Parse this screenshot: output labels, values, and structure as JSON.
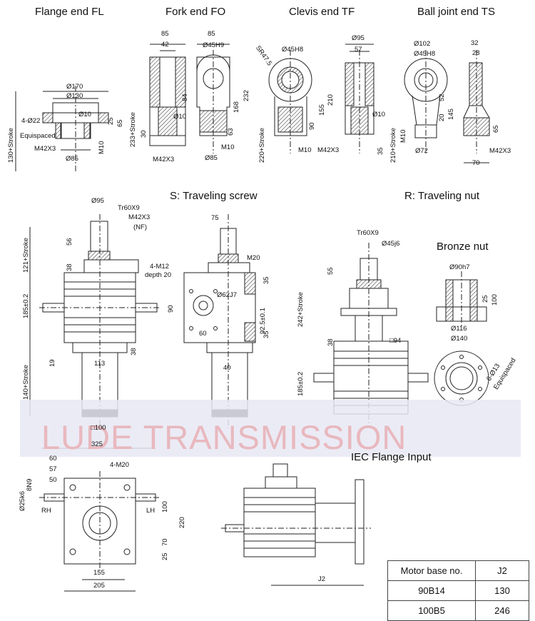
{
  "titles": {
    "flange_end": "Flange end FL",
    "fork_end": "Fork end FO",
    "clevis_end": "Clevis end TF",
    "ball_joint_end": "Ball joint end TS",
    "traveling_screw": "S: Traveling screw",
    "traveling_nut": "R: Traveling nut",
    "bronze_nut": "Bronze nut",
    "iec_flange": "IEC Flange Input"
  },
  "watermark": "LUDE TRANSMISSION",
  "fl": {
    "d170": "Ø170",
    "d130": "Ø130",
    "holes": "4-Ø22",
    "equi": "Equispaced",
    "d10": "Ø10",
    "h25": "25",
    "h65": "65",
    "m10": "M10",
    "thread": "M42X3",
    "d85": "Ø85",
    "stroke": "130+Stroke"
  },
  "fo": {
    "w85a": "85",
    "w42": "42",
    "w85b": "85",
    "d45": "Ø45H9",
    "h84": "84",
    "h232": "232",
    "h168": "168",
    "h63": "63",
    "h30": "30",
    "d10": "Ø10",
    "m10": "M10",
    "thread": "M42X3",
    "d85": "Ø85",
    "stroke": "233+Stroke"
  },
  "tf": {
    "sr": "SR47.5",
    "d45": "Ø45H8",
    "d95": "Ø95",
    "w57": "57",
    "h210": "210",
    "h155": "155",
    "h90": "90",
    "d10": "Ø10",
    "h35": "35",
    "m10": "M10",
    "thread": "M42X3",
    "stroke": "220+Stroke"
  },
  "ts": {
    "d102": "Ø102",
    "d45": "Ø45H8",
    "w32": "32",
    "w28": "28",
    "h52": "52",
    "h145": "145",
    "h20": "20",
    "h65": "65",
    "d72": "Ø72",
    "m10": "M10",
    "thread": "M42X3",
    "w70": "70",
    "stroke": "210+Stroke"
  },
  "s": {
    "d95": "Ø95",
    "tr": "Tr60X9",
    "thread": "M42X3",
    "nf": "(NF)",
    "h56": "56",
    "h38": "38",
    "stroke_top": "121+Stroke",
    "h185": "185±0.2",
    "h38b": "38",
    "h19": "19",
    "w113": "113",
    "stroke_bot": "140+Stroke",
    "sq100": "□100",
    "w75": "75",
    "m12": "4-M12",
    "depth": "depth 20",
    "m20": "M20",
    "h35a": "35",
    "d62": "Ø62J7",
    "h90": "90",
    "h92": "92.5±0.1",
    "w60": "60",
    "h35b": "35",
    "w40": "40"
  },
  "r": {
    "tr": "Tr60X9",
    "d45": "Ø45j6",
    "h55": "55",
    "stroke": "242+Stroke",
    "h38": "38",
    "sq94": "□94",
    "h185": "185±0.2",
    "d90": "Ø90h7",
    "h25": "25",
    "h100": "100",
    "d116": "Ø116",
    "d140": "Ø140",
    "holes": "6-Ø13",
    "equi": "Equispaced"
  },
  "base": {
    "w60": "60",
    "w57": "57",
    "w50": "50",
    "h8": "8N9",
    "m20": "4-M20",
    "d25": "Ø25k6",
    "rh": "RH",
    "lh": "LH",
    "w325": "325",
    "h100": "100",
    "h220": "220",
    "h70": "70",
    "h25": "25",
    "w155": "155",
    "w205": "205"
  },
  "iec": {
    "j2": "J2"
  },
  "motor_table": {
    "headers": [
      "Motor base no.",
      "J2"
    ],
    "rows": [
      [
        "90B14",
        "130"
      ],
      [
        "100B5",
        "246"
      ]
    ]
  }
}
